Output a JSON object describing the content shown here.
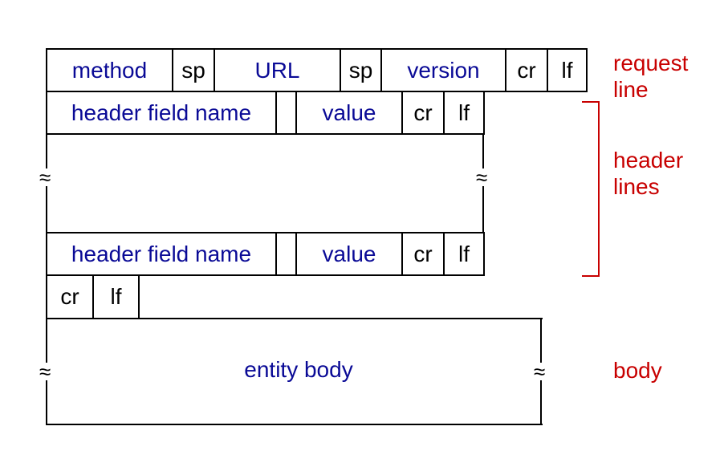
{
  "request_line": {
    "method": "method",
    "sp1": "sp",
    "url": "URL",
    "sp2": "sp",
    "version": "version",
    "cr": "cr",
    "lf": "lf"
  },
  "header_line_1": {
    "name": "header field name",
    "value": "value",
    "cr": "cr",
    "lf": "lf"
  },
  "header_line_2": {
    "name": "header field name",
    "value": "value",
    "cr": "cr",
    "lf": "lf"
  },
  "blank_line": {
    "cr": "cr",
    "lf": "lf"
  },
  "body": {
    "text": "entity body"
  },
  "side_labels": {
    "request_line_1": "request",
    "request_line_2": "line",
    "header_lines_1": "header",
    "header_lines_2": "lines",
    "body": "body"
  },
  "ellipsis_glyph": "≈",
  "colors": {
    "field_text": "#0a0a96",
    "delimiter_text": "#000000",
    "label_text": "#c80000"
  }
}
